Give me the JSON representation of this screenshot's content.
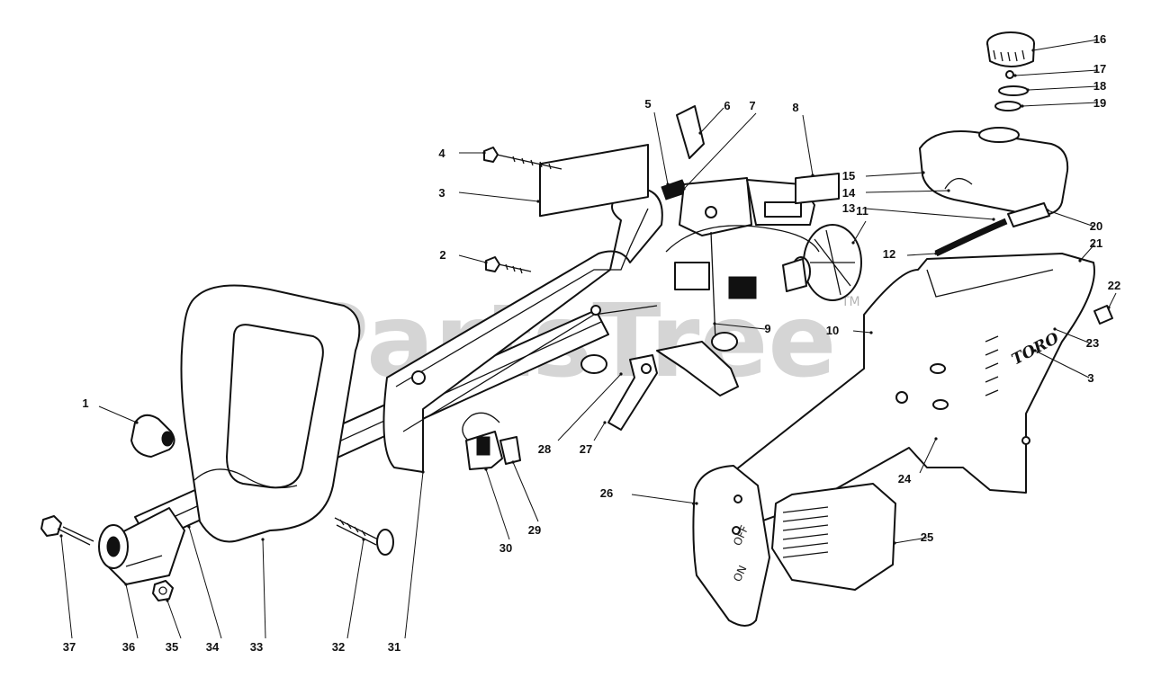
{
  "watermark": {
    "text": "PartsTree",
    "trademark": "TM"
  },
  "brand_text": "TORO",
  "switch_text": {
    "off": "OFF",
    "on": "ON"
  },
  "callouts": [
    {
      "id": "c1",
      "label": "1"
    },
    {
      "id": "c2",
      "label": "2"
    },
    {
      "id": "c3a",
      "label": "3"
    },
    {
      "id": "c3b",
      "label": "3"
    },
    {
      "id": "c4",
      "label": "4"
    },
    {
      "id": "c5",
      "label": "5"
    },
    {
      "id": "c6",
      "label": "6"
    },
    {
      "id": "c7",
      "label": "7"
    },
    {
      "id": "c8",
      "label": "8"
    },
    {
      "id": "c9",
      "label": "9"
    },
    {
      "id": "c10",
      "label": "10"
    },
    {
      "id": "c11",
      "label": "11"
    },
    {
      "id": "c12",
      "label": "12"
    },
    {
      "id": "c13",
      "label": "13"
    },
    {
      "id": "c14",
      "label": "14"
    },
    {
      "id": "c15",
      "label": "15"
    },
    {
      "id": "c16",
      "label": "16"
    },
    {
      "id": "c17",
      "label": "17"
    },
    {
      "id": "c18",
      "label": "18"
    },
    {
      "id": "c19",
      "label": "19"
    },
    {
      "id": "c20",
      "label": "20"
    },
    {
      "id": "c21",
      "label": "21"
    },
    {
      "id": "c22",
      "label": "22"
    },
    {
      "id": "c23",
      "label": "23"
    },
    {
      "id": "c24",
      "label": "24"
    },
    {
      "id": "c25",
      "label": "25"
    },
    {
      "id": "c26",
      "label": "26"
    },
    {
      "id": "c27",
      "label": "27"
    },
    {
      "id": "c28",
      "label": "28"
    },
    {
      "id": "c29",
      "label": "29"
    },
    {
      "id": "c30",
      "label": "30"
    },
    {
      "id": "c31",
      "label": "31"
    },
    {
      "id": "c32",
      "label": "32"
    },
    {
      "id": "c33",
      "label": "33"
    },
    {
      "id": "c34",
      "label": "34"
    },
    {
      "id": "c35",
      "label": "35"
    },
    {
      "id": "c36",
      "label": "36"
    },
    {
      "id": "c37",
      "label": "37"
    }
  ]
}
